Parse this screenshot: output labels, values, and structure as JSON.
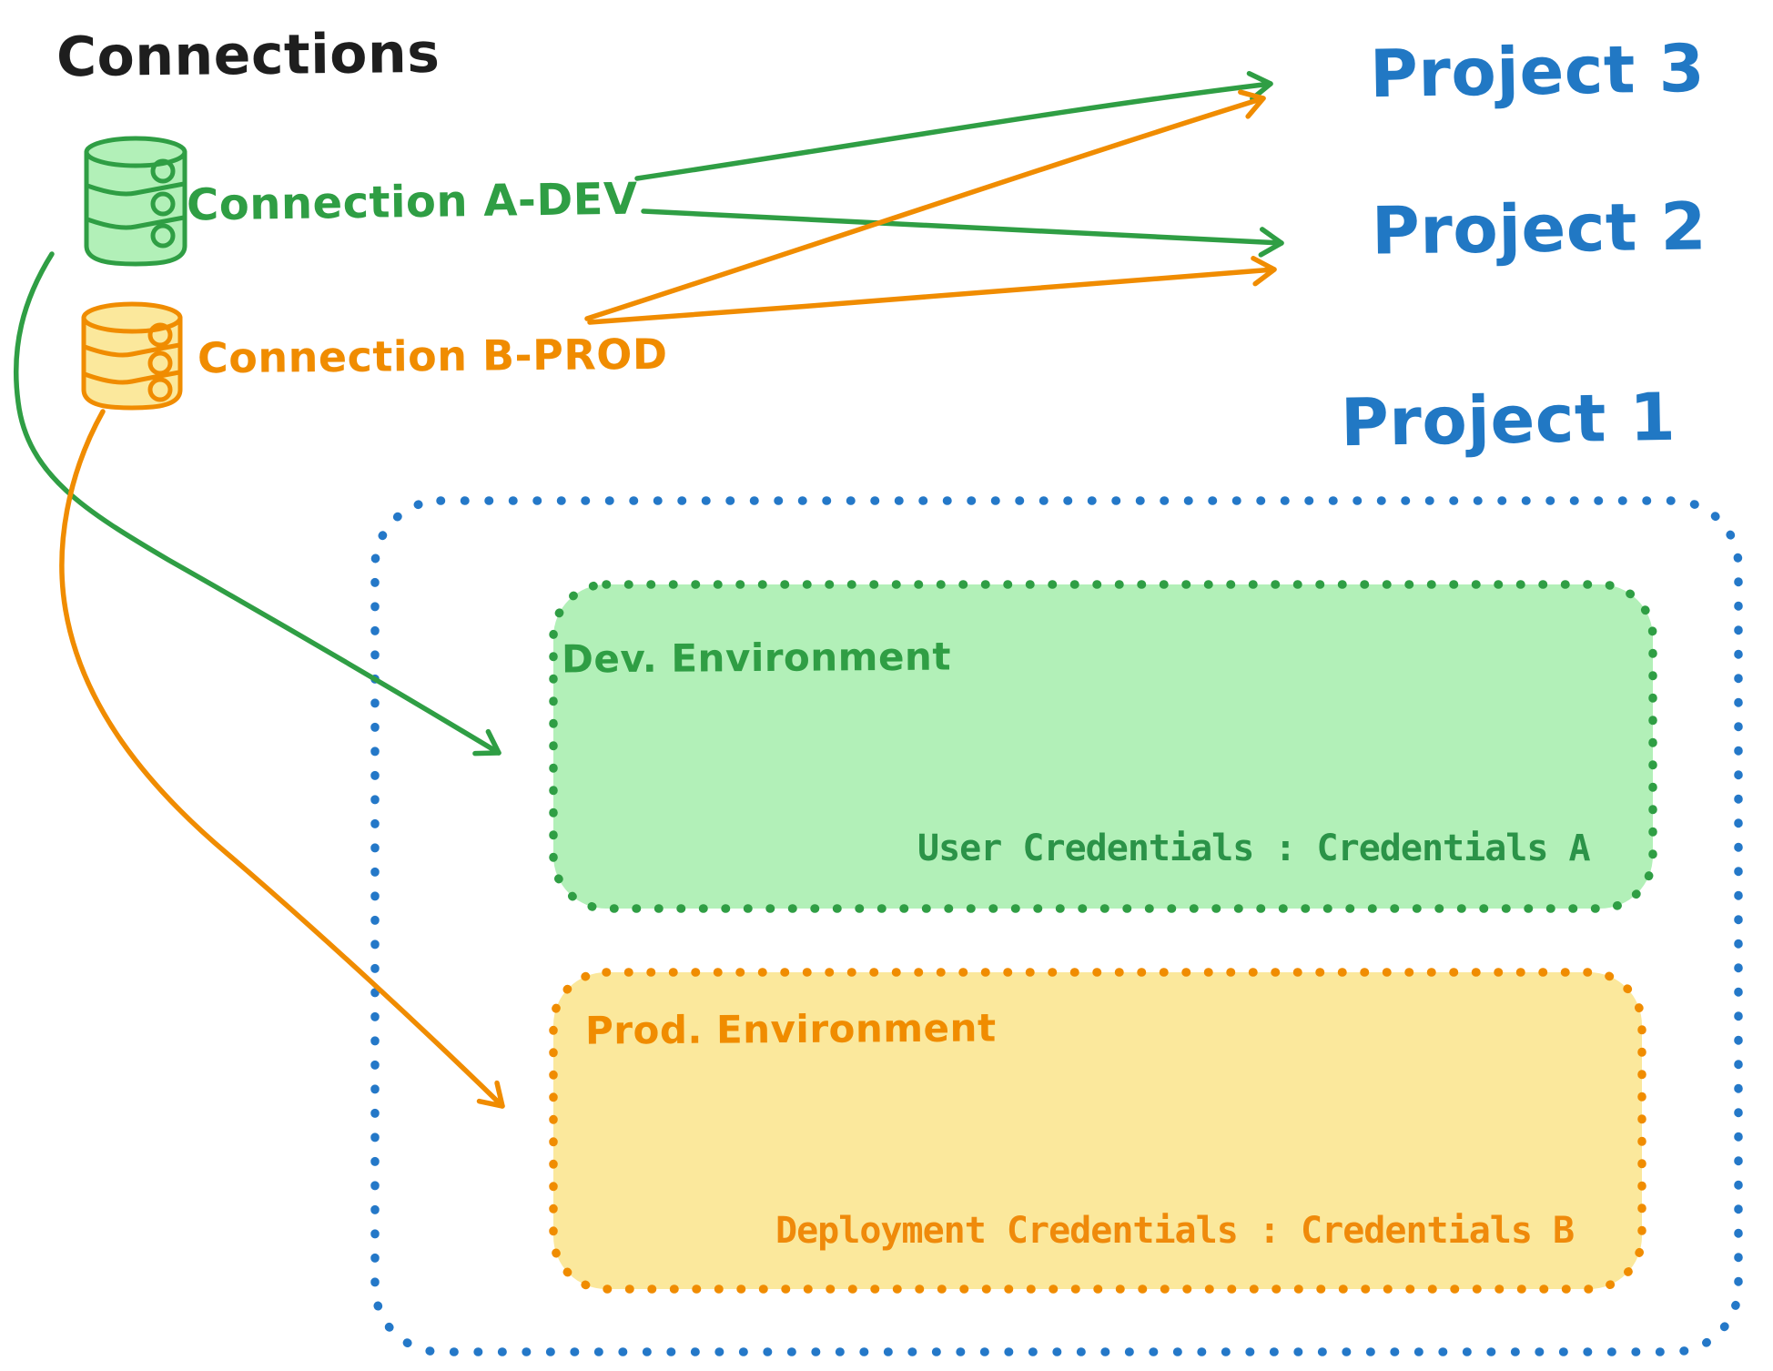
{
  "title": "Connections",
  "connections": [
    {
      "id": "a-dev",
      "label": "Connection A-DEV",
      "color": "#2f9e44",
      "fill": "#b2f0b8",
      "icon": "database-icon"
    },
    {
      "id": "b-prod",
      "label": "Connection B-PROD",
      "color": "#f08c00",
      "fill": "#fbe89c",
      "icon": "database-icon"
    }
  ],
  "projects": [
    {
      "label": "Project 3"
    },
    {
      "label": "Project 2"
    },
    {
      "label": "Project 1"
    }
  ],
  "project1_box": {
    "border_color": "#2478c8",
    "environments": [
      {
        "label": "Dev. Environment",
        "credentials_label": "User Credentials : Credentials A",
        "stroke": "#2f9e44",
        "fill": "#b2f0b8"
      },
      {
        "label": "Prod. Environment",
        "credentials_label": "Deployment Credentials : Credentials B",
        "stroke": "#f08c00",
        "fill": "#fbe89c"
      }
    ]
  },
  "edges": [
    {
      "from": "Connection A-DEV",
      "to": "Project 3",
      "color": "#2f9e44",
      "style": "straight-arrow"
    },
    {
      "from": "Connection A-DEV",
      "to": "Project 2",
      "color": "#2f9e44",
      "style": "straight-arrow"
    },
    {
      "from": "Connection B-PROD",
      "to": "Project 3",
      "color": "#f08c00",
      "style": "straight-arrow"
    },
    {
      "from": "Connection B-PROD",
      "to": "Project 2",
      "color": "#f08c00",
      "style": "straight-arrow"
    },
    {
      "from": "Connection A-DEV",
      "to": "Dev. Environment",
      "color": "#2f9e44",
      "style": "curved-arrow"
    },
    {
      "from": "Connection B-PROD",
      "to": "Prod. Environment",
      "color": "#f08c00",
      "style": "curved-arrow"
    }
  ]
}
